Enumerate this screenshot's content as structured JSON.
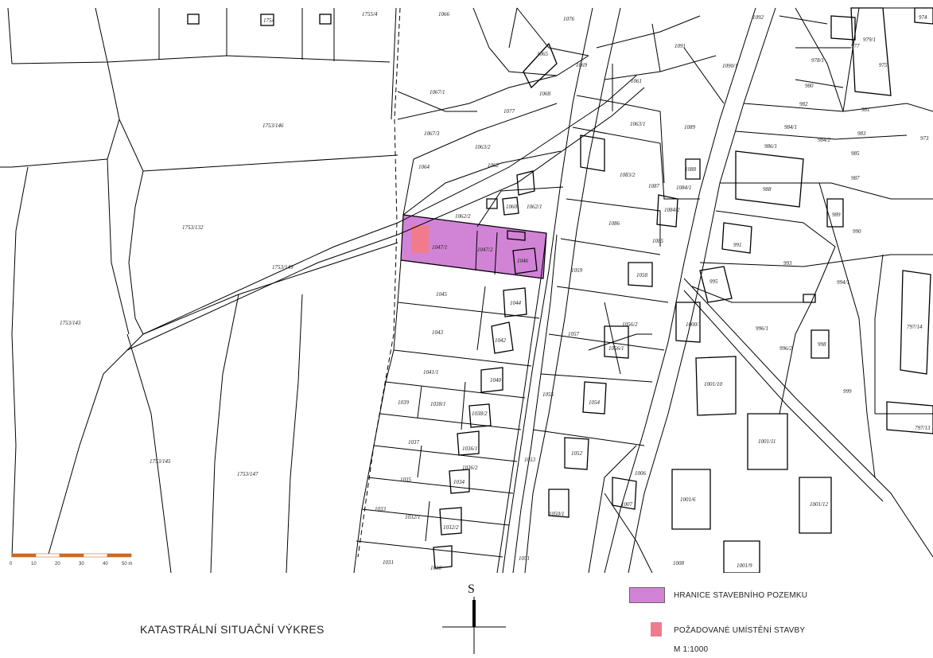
{
  "title": "KATASTRÁLNÍ SITUAČNÍ VÝKRES",
  "compass": {
    "letter": "S"
  },
  "legend": {
    "items": [
      {
        "label": "HRANICE STAVEBNÍHO POZEMKU",
        "color": "#d183d6"
      },
      {
        "label": "POŽADOVANÉ UMÍSTĚNÍ STAVBY",
        "color": "#f07b8c"
      }
    ],
    "scale_text": "M 1:1000"
  },
  "scale_bar": {
    "ticks": [
      "0",
      "10",
      "20",
      "30",
      "40",
      "50 m"
    ],
    "color_dark": "#c86a2a",
    "color_light": "#ffffff"
  },
  "colors": {
    "parcel_highlight": "#d183d6",
    "building_highlight": "#f07b8c",
    "lines": "#000000"
  },
  "parcels": [
    "1755/4",
    "1754",
    "1066",
    "1076",
    "1092",
    "974",
    "979/1",
    "977",
    "975",
    "1065",
    "1067/1",
    "1068",
    "1069",
    "1061",
    "1091",
    "1090/1",
    "978/1",
    "980",
    "981",
    "982",
    "973",
    "1753/146",
    "1067/3",
    "1077",
    "1063/1",
    "1089",
    "984/1",
    "984/2",
    "983",
    "986/1",
    "985",
    "987",
    "1064",
    "1063/2",
    "1062",
    "1083/2",
    "1087",
    "1088",
    "1084/1",
    "988",
    "1753/132",
    "1062/2",
    "1060",
    "1062/1",
    "1086",
    "1084/2",
    "989",
    "990",
    "1047/1",
    "1047/2",
    "1046",
    "1085",
    "991",
    "993",
    "1753/149",
    "1059",
    "1058",
    "995",
    "994/1",
    "1045",
    "1044",
    "1753/143",
    "1043",
    "1042",
    "1057",
    "1056/2",
    "1056/1",
    "1000/1",
    "996/1",
    "996/2",
    "998",
    "797/14",
    "1041/1",
    "1040",
    "1055",
    "1054",
    "1001/10",
    "999",
    "1039",
    "1038/1",
    "1038/2",
    "1037",
    "1036/1",
    "1036/2",
    "1053",
    "1052",
    "1001/11",
    "797/13",
    "1753/145",
    "1753/147",
    "1035",
    "1034",
    "1006",
    "1033",
    "1032/1",
    "1032/2",
    "1050/1",
    "1007",
    "1001/6",
    "1001/12",
    "1031",
    "1030",
    "1051",
    "1008",
    "1001/9"
  ]
}
